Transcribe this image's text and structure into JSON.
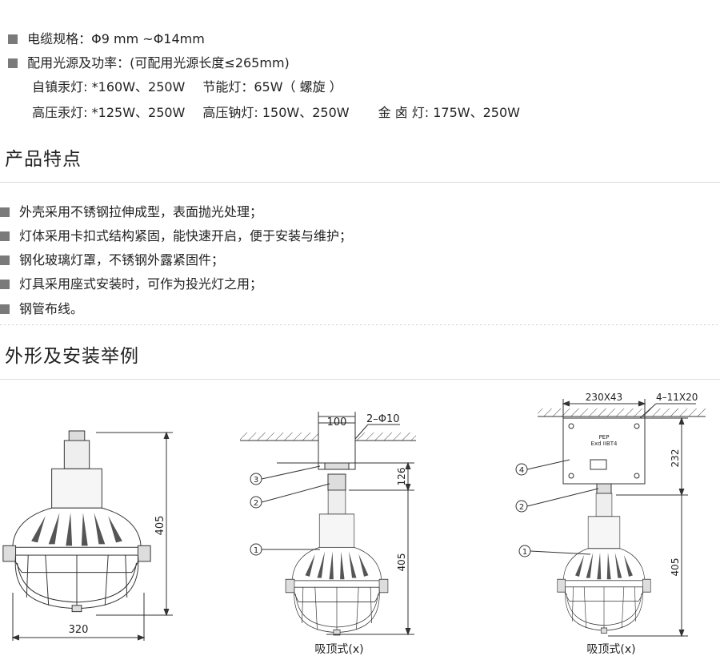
{
  "specs": {
    "cable": "电缆规格：Φ9 mm ~Φ14mm",
    "source": "配用光源及功率：(可配用光源长度≤265mm)",
    "lamp_row1_a": "自镇汞灯: *160W、250W",
    "lamp_row1_b": "节能灯：65W（ 螺旋 ）",
    "lamp_row2_a": "高压汞灯: *125W、250W",
    "lamp_row2_b": "高压钠灯: 150W、250W",
    "lamp_row2_c": "金 卤 灯: 175W、250W"
  },
  "features": {
    "title": "产品特点",
    "items": [
      "外壳采用不锈钢拉伸成型，表面抛光处理；",
      "灯体采用卡扣式结构紧固，能快速开启，便于安装与维护；",
      "钢化玻璃灯罩，不锈钢外露紧固件；",
      "灯具采用座式安装时，可作为投光灯之用；",
      "钢管布线。"
    ]
  },
  "install": {
    "title": "外形及安装举例",
    "fig1": {
      "height": "405",
      "width": "320"
    },
    "fig2": {
      "top_width": "100",
      "holes": "2–Φ10",
      "h_upper": "126",
      "h_lower": "405",
      "callouts": [
        "3",
        "2",
        "1"
      ],
      "caption": "吸顶式(x)"
    },
    "fig3": {
      "box_width": "230X43",
      "holes": "4–11X20",
      "h_upper": "232",
      "h_lower": "405",
      "box_text": [
        "PEP",
        "Exd IIBT4"
      ],
      "callouts": [
        "4",
        "2",
        "1"
      ],
      "caption": "吸顶式(x)"
    }
  }
}
